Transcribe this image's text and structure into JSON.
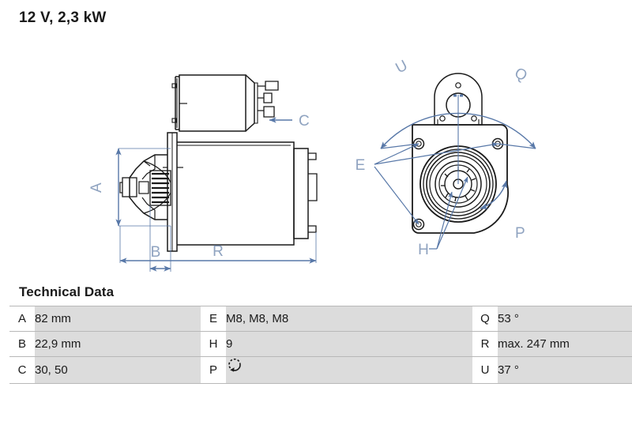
{
  "page": {
    "title": "12 V, 2,3 kW"
  },
  "drawing": {
    "side_view": {
      "name": "starter-motor-side-view",
      "labels": {
        "a": "A",
        "b": "B",
        "c": "C",
        "r": "R"
      }
    },
    "end_view": {
      "name": "starter-motor-end-view",
      "labels": {
        "u": "U",
        "q": "Q",
        "e": "E",
        "h": "H",
        "p": "P"
      }
    },
    "colors": {
      "dimension_blue": "#5878a8",
      "label_blue": "#8fa3c0",
      "outline_black": "#1a1a1a"
    }
  },
  "tech_data": {
    "heading": "Technical Data",
    "rows": [
      {
        "k1": "A",
        "v1": "82 mm",
        "k2": "E",
        "v2": "M8, M8, M8",
        "k3": "Q",
        "v3": "53 °"
      },
      {
        "k1": "B",
        "v1": "22,9 mm",
        "k2": "H",
        "v2": "9",
        "k3": "R",
        "v3": "max. 247 mm"
      },
      {
        "k1": "C",
        "v1": "30, 50",
        "k2": "P",
        "v2": "",
        "k3": "U",
        "v3": "37 °"
      }
    ],
    "p_icon_name": "counter-clockwise-rotation-icon"
  }
}
